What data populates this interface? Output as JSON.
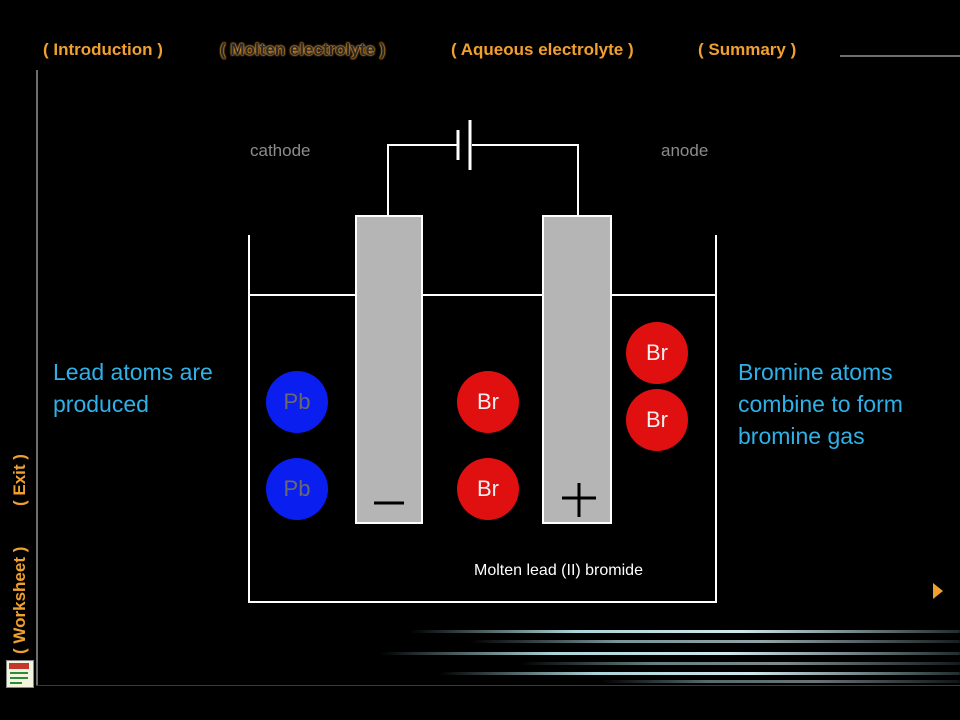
{
  "nav": {
    "introduction": "( Introduction )",
    "molten": "( Molten electrolyte )",
    "aqueous": "( Aqueous electrolyte )",
    "summary": "( Summary )",
    "worksheet": "( Worksheet )",
    "exit": "( Exit )"
  },
  "diagram": {
    "cathode_label": "cathode",
    "anode_label": "anode",
    "cathode_sign": "minus",
    "anode_sign": "plus",
    "electrolyte_label": "Molten lead (II) bromide",
    "left_caption": [
      "Lead atoms are",
      "produced"
    ],
    "right_caption": [
      "Bromine atoms",
      "combine to form",
      "bromine gas"
    ],
    "ions": [
      {
        "symbol": "Pb",
        "color": "#0a1ef0"
      },
      {
        "symbol": "Pb",
        "color": "#0a1ef0"
      },
      {
        "symbol": "Br",
        "color": "#e01010"
      },
      {
        "symbol": "Br",
        "color": "#e01010"
      },
      {
        "symbol": "Br",
        "color": "#e01010"
      },
      {
        "symbol": "Br",
        "color": "#e01010"
      }
    ]
  },
  "icons": {
    "next": "next-arrow-icon",
    "document": "word-document-icon"
  },
  "colors": {
    "nav": "#f0a030",
    "caption": "#2fb1e8",
    "pb": "#0a1ef0",
    "br": "#e01010",
    "electrode": "#b5b5b5"
  }
}
